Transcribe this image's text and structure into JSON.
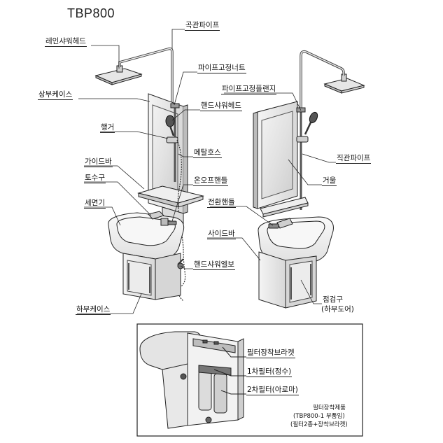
{
  "title": "TBP800",
  "labels": {
    "curved_pipe": "곡관파이프",
    "rain_shower_head": "레인샤워헤드",
    "pipe_fix_nut": "파이프고정너트",
    "pipe_fix_flange": "파이프고정플랜지",
    "upper_case": "상부케이스",
    "hand_shower_head": "핸드샤워헤드",
    "hanger": "행거",
    "metal_hose": "메탈호스",
    "straight_pipe": "직관파이프",
    "guide_bar": "가이드바",
    "spout": "토수구",
    "on_off_handle": "온오프핸들",
    "mirror": "거울",
    "washbasin": "세면기",
    "switch_handle": "전환핸들",
    "side_bar": "사이드바",
    "hand_shower_elbow": "핸드샤워엘보",
    "lower_case": "하부케이스",
    "inspection_port": "점검구",
    "inspection_port_sub": "(하부도어)"
  },
  "inset": {
    "filter_bracket": "필터장착브라켓",
    "filter1": "1차필터(정수)",
    "filter2": "2차필터(아로마)",
    "product_title": "필터장착제품",
    "product_sub1": "(TBP800-1 부품임)",
    "product_sub2": "(필터2종+장착브라켓)"
  }
}
